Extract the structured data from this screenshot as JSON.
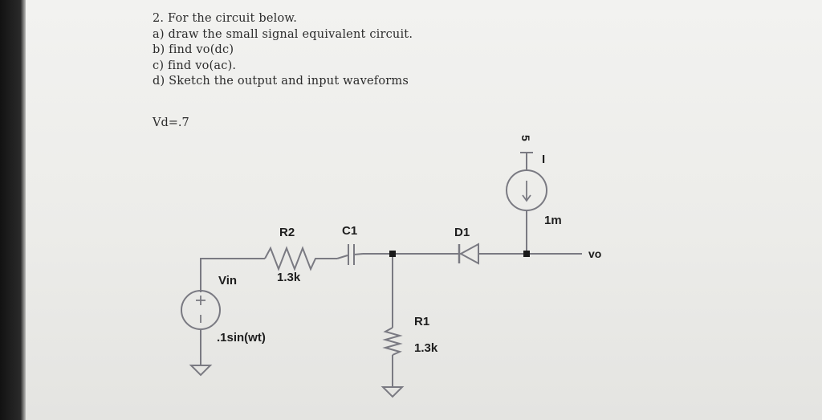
{
  "problem": {
    "lines": [
      "2. For the circuit below.",
      "a) draw the small signal equivalent circuit.",
      "b) find vo(dc)",
      "c) find vo(ac).",
      "d) Sketch the output and input waveforms"
    ],
    "vd_note": "Vd=.7"
  },
  "schematic": {
    "components": {
      "r2_name": "R2",
      "r2_value": "1.3k",
      "c1_name": "C1",
      "d1_name": "D1",
      "r1_name": "R1",
      "r1_value": "1.3k",
      "source_name": "Vin",
      "source_value": ".1sin(wt)",
      "current_source_name": "I",
      "current_source_value": "1m",
      "supply_label": "5",
      "output_label": "vo"
    },
    "colors": {
      "wire": "#7a7a82",
      "node": "#1a1a1a",
      "text": "#1e1e1e"
    }
  }
}
